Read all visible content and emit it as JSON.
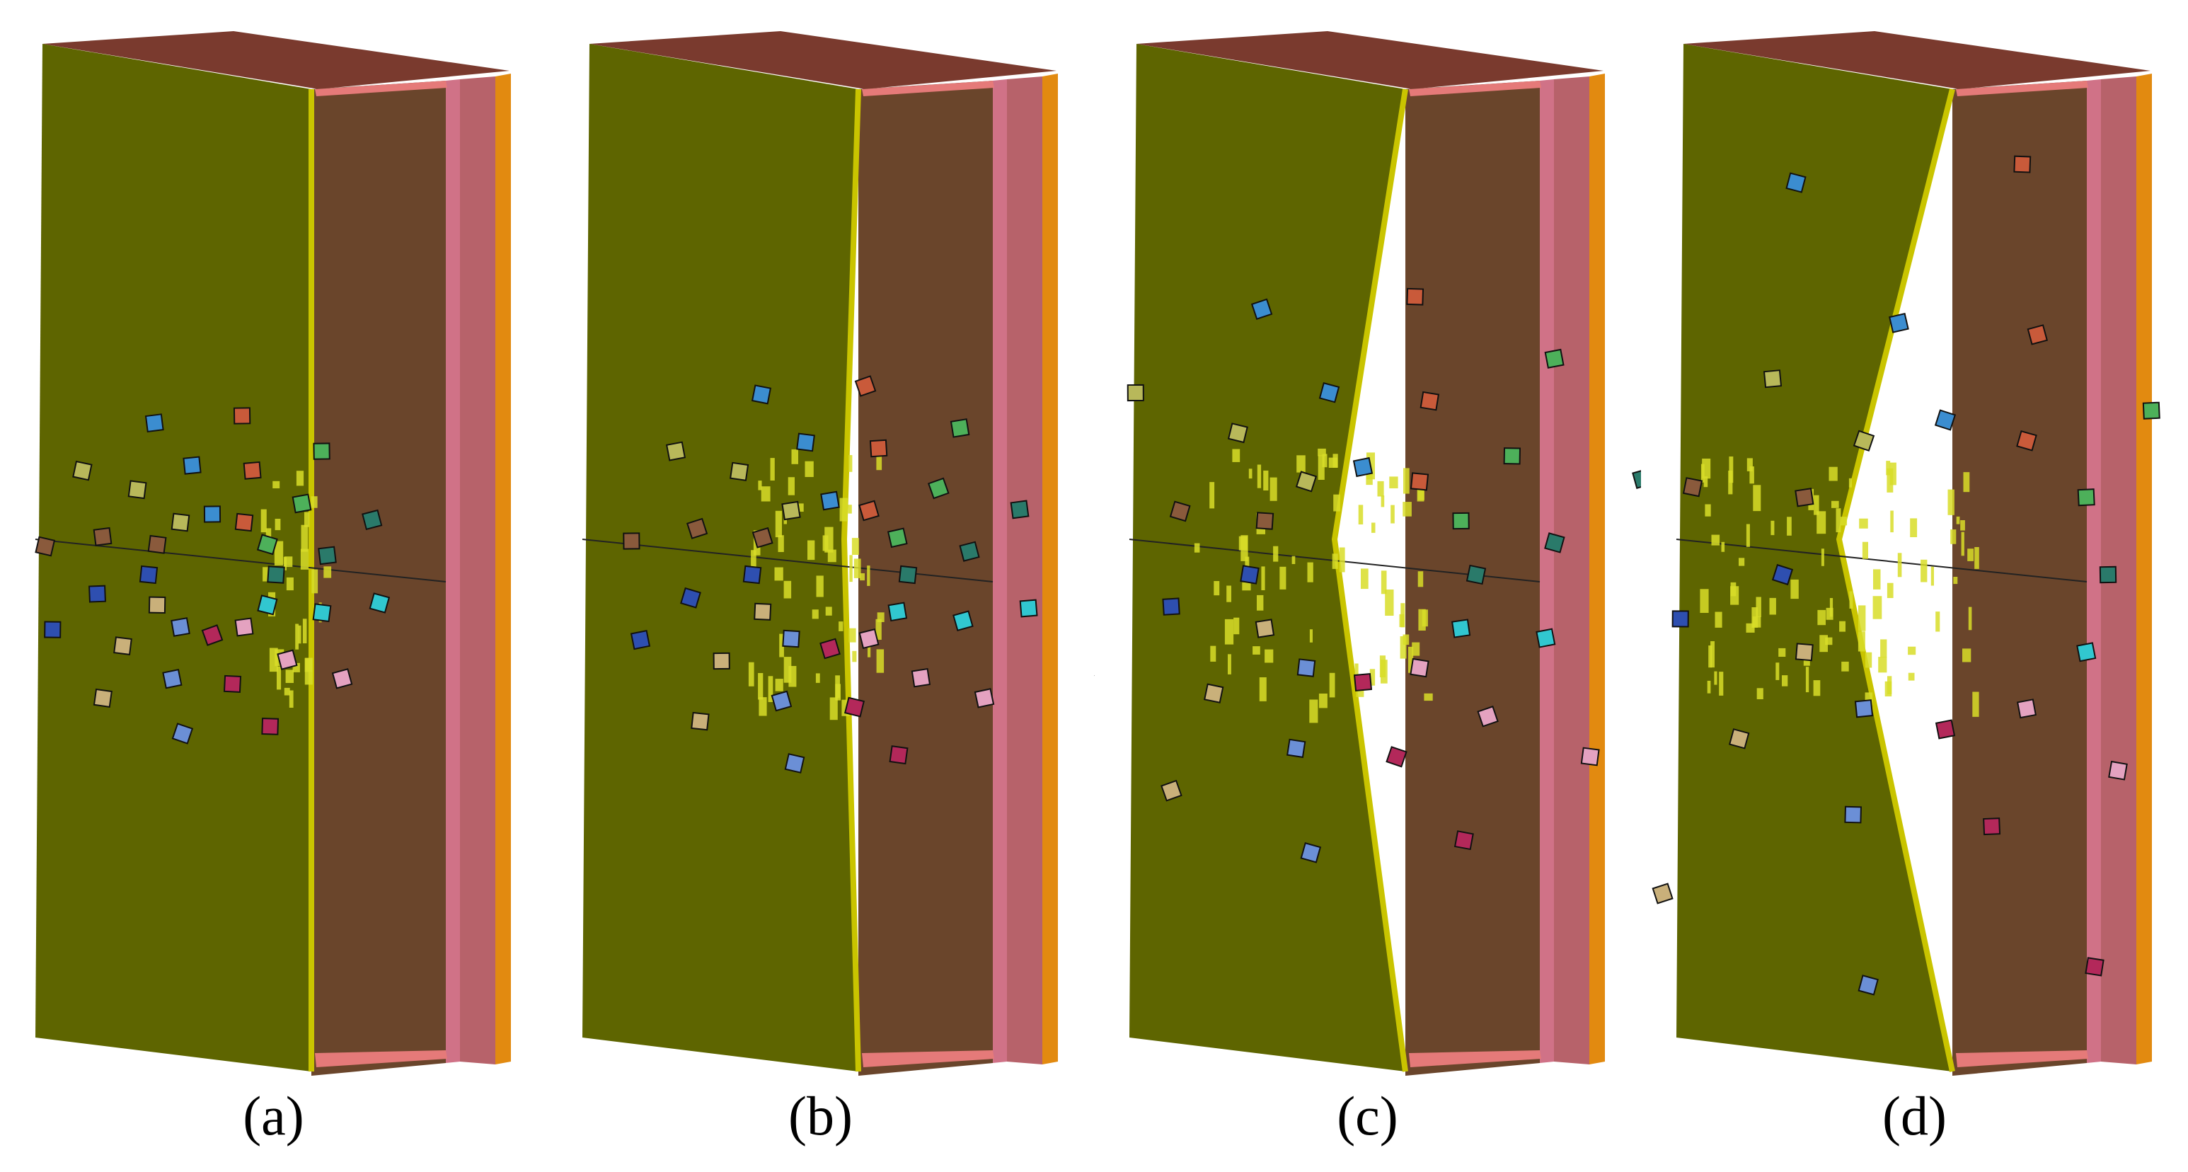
{
  "captions": [
    "(a)",
    "(b)",
    "(c)",
    "(d)"
  ],
  "colors": {
    "front_plate": "#5e6500",
    "front_plate_edge": "#c9c400",
    "interior": "#6a452b",
    "top_cap": "#7a3a2e",
    "rim_pink": "#e57a79",
    "core_pink": "#b7626a",
    "back_orange": "#e28a10",
    "fragment_yellow": "#d8dd28"
  },
  "fragment_palette": [
    "#2a7a6a",
    "#31c7d0",
    "#e4a2c0",
    "#b3285a",
    "#6b8fd6",
    "#c9b07a",
    "#2e4fb0",
    "#8a5a3c",
    "#b8b85a",
    "#3b8dd0",
    "#c95a3a",
    "#4db05a"
  ]
}
